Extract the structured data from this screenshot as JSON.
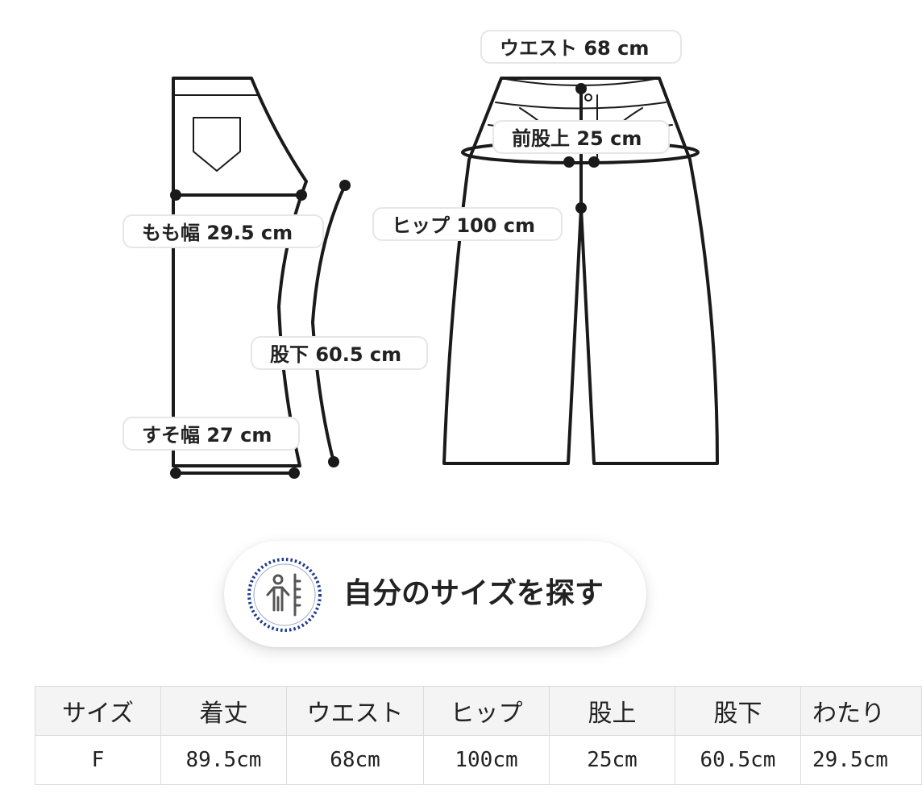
{
  "diagram": {
    "labels": {
      "waist": "ウエスト 68 cm",
      "rise": "前股上 25 cm",
      "hip": "ヒップ 100 cm",
      "thigh": "もも幅 29.5 cm",
      "inseam": "股下 60.5 cm",
      "hem": "すそ幅 27 cm"
    },
    "line_color": "#1a1a1a"
  },
  "find_size_button": {
    "label": "自分のサイズを探す",
    "icon": "body-measure-icon",
    "ring_color": "#1f3a93"
  },
  "size_table": {
    "headers": [
      "サイズ",
      "着丈",
      "ウエスト",
      "ヒップ",
      "股上",
      "股下",
      "わたり"
    ],
    "rows": [
      [
        "F",
        "89.5cm",
        "68cm",
        "100cm",
        "25cm",
        "60.5cm",
        "29.5cm"
      ]
    ]
  }
}
